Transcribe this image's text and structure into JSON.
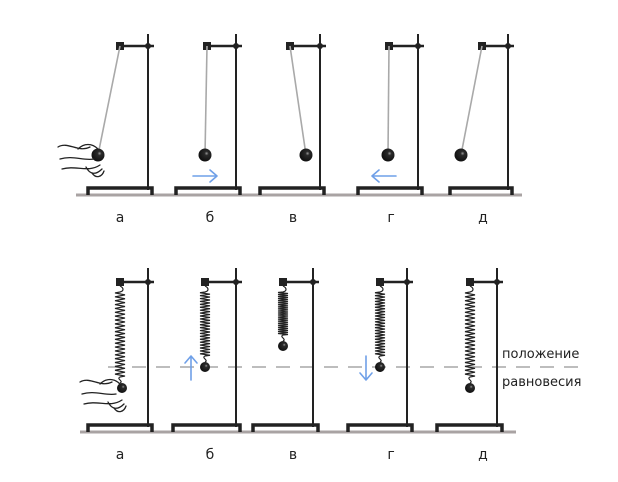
{
  "colors": {
    "stand": "#222222",
    "thread": "#a9a9a9",
    "ground": "#a9a3a3",
    "arrow": "#6fa0e8",
    "dash": "#bdbdbd",
    "text": "#222222"
  },
  "pendulum_row": {
    "title": "Математический маятник",
    "frames": [
      {
        "label": "а",
        "state": "ball displaced to the left, held by hand",
        "thread_angle_deg": -17,
        "hand": true,
        "arrow": null
      },
      {
        "label": "б",
        "state": "ball passing equilibrium moving right",
        "thread_angle_deg": 0,
        "hand": false,
        "arrow": "right"
      },
      {
        "label": "в",
        "state": "ball at right extreme",
        "thread_angle_deg": 8,
        "hand": false,
        "arrow": null
      },
      {
        "label": "г",
        "state": "ball passing equilibrium moving left",
        "thread_angle_deg": 0,
        "hand": false,
        "arrow": "left"
      },
      {
        "label": "д",
        "state": "ball at left extreme",
        "thread_angle_deg": -13,
        "hand": false,
        "arrow": null
      }
    ]
  },
  "spring_row": {
    "title": "Пружинный маятник",
    "frames": [
      {
        "label": "а",
        "state": "ball pulled below equilibrium, held by hand",
        "extension": 1.2,
        "hand": true,
        "arrow": null
      },
      {
        "label": "б",
        "state": "ball at equilibrium moving up",
        "extension": 1.0,
        "hand": false,
        "arrow": "up"
      },
      {
        "label": "в",
        "state": "spring compressed, ball above equilibrium",
        "extension": 0.55,
        "hand": false,
        "arrow": null
      },
      {
        "label": "г",
        "state": "ball at equilibrium moving down",
        "extension": 1.0,
        "hand": false,
        "arrow": "down"
      },
      {
        "label": "д",
        "state": "ball below equilibrium",
        "extension": 1.2,
        "hand": false,
        "arrow": null
      }
    ],
    "equilibrium_label_line1": "положение",
    "equilibrium_label_line2": "равновесия"
  }
}
